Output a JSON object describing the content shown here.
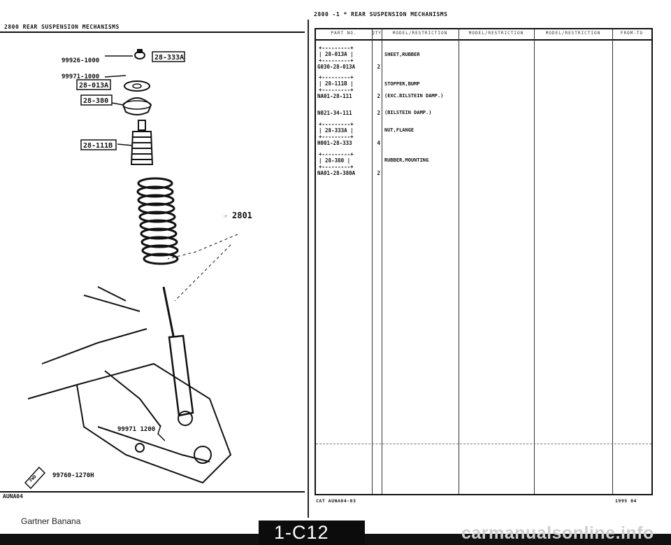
{
  "header": {
    "left_title": "2800    REAR SUSPENSION MECHANISMS",
    "right_title": "2800  -1 *  REAR SUSPENSION MECHANISMS"
  },
  "diagram": {
    "callouts": {
      "c1": "99926-1000",
      "c2": "99971-1000",
      "c3": "99971 1200",
      "c4": "99760-1270H",
      "ref": "2801",
      "ref_prefix": "☞"
    },
    "boxes": {
      "b1": "28-333A",
      "b2": "28-013A",
      "b3": "28-380",
      "b4": "28-111B"
    },
    "fwd_label": "FWD"
  },
  "table": {
    "headers": [
      "PART NO.",
      "QTY",
      "MODEL/RESTRICTION",
      "MODEL/RESTRICTION",
      "MODEL/RESTRICTION",
      "FROM-TO"
    ],
    "rows": [
      {
        "box": "28-013A",
        "part": "G030-28-013A",
        "qty": "2",
        "desc": "SHEET,RUBBER"
      },
      {
        "box": "28-111B",
        "part": "NA01-28-111",
        "qty": "2",
        "desc": "STOPPER,BUMP",
        "desc2": "(EXC.BILSTEIN DAMP.)"
      },
      {
        "box": "",
        "part": "N021-34-111",
        "qty": "2",
        "desc": "(BILSTEIN DAMP.)"
      },
      {
        "box": "28-333A",
        "part": "H001-28-333",
        "qty": "4",
        "desc": "NUT,FLANGE"
      },
      {
        "box": "28-380",
        "part": "NA01-28-380A",
        "qty": "2",
        "desc": "RUBBER,MOUNTING"
      }
    ]
  },
  "footer": {
    "code_left": "AUNA04",
    "cat": "CAT  AUNA04-03",
    "date": "1995 04",
    "watermark": "Gartner Banana",
    "page_number": "1-C12",
    "site": "carmanualsonline.info"
  }
}
